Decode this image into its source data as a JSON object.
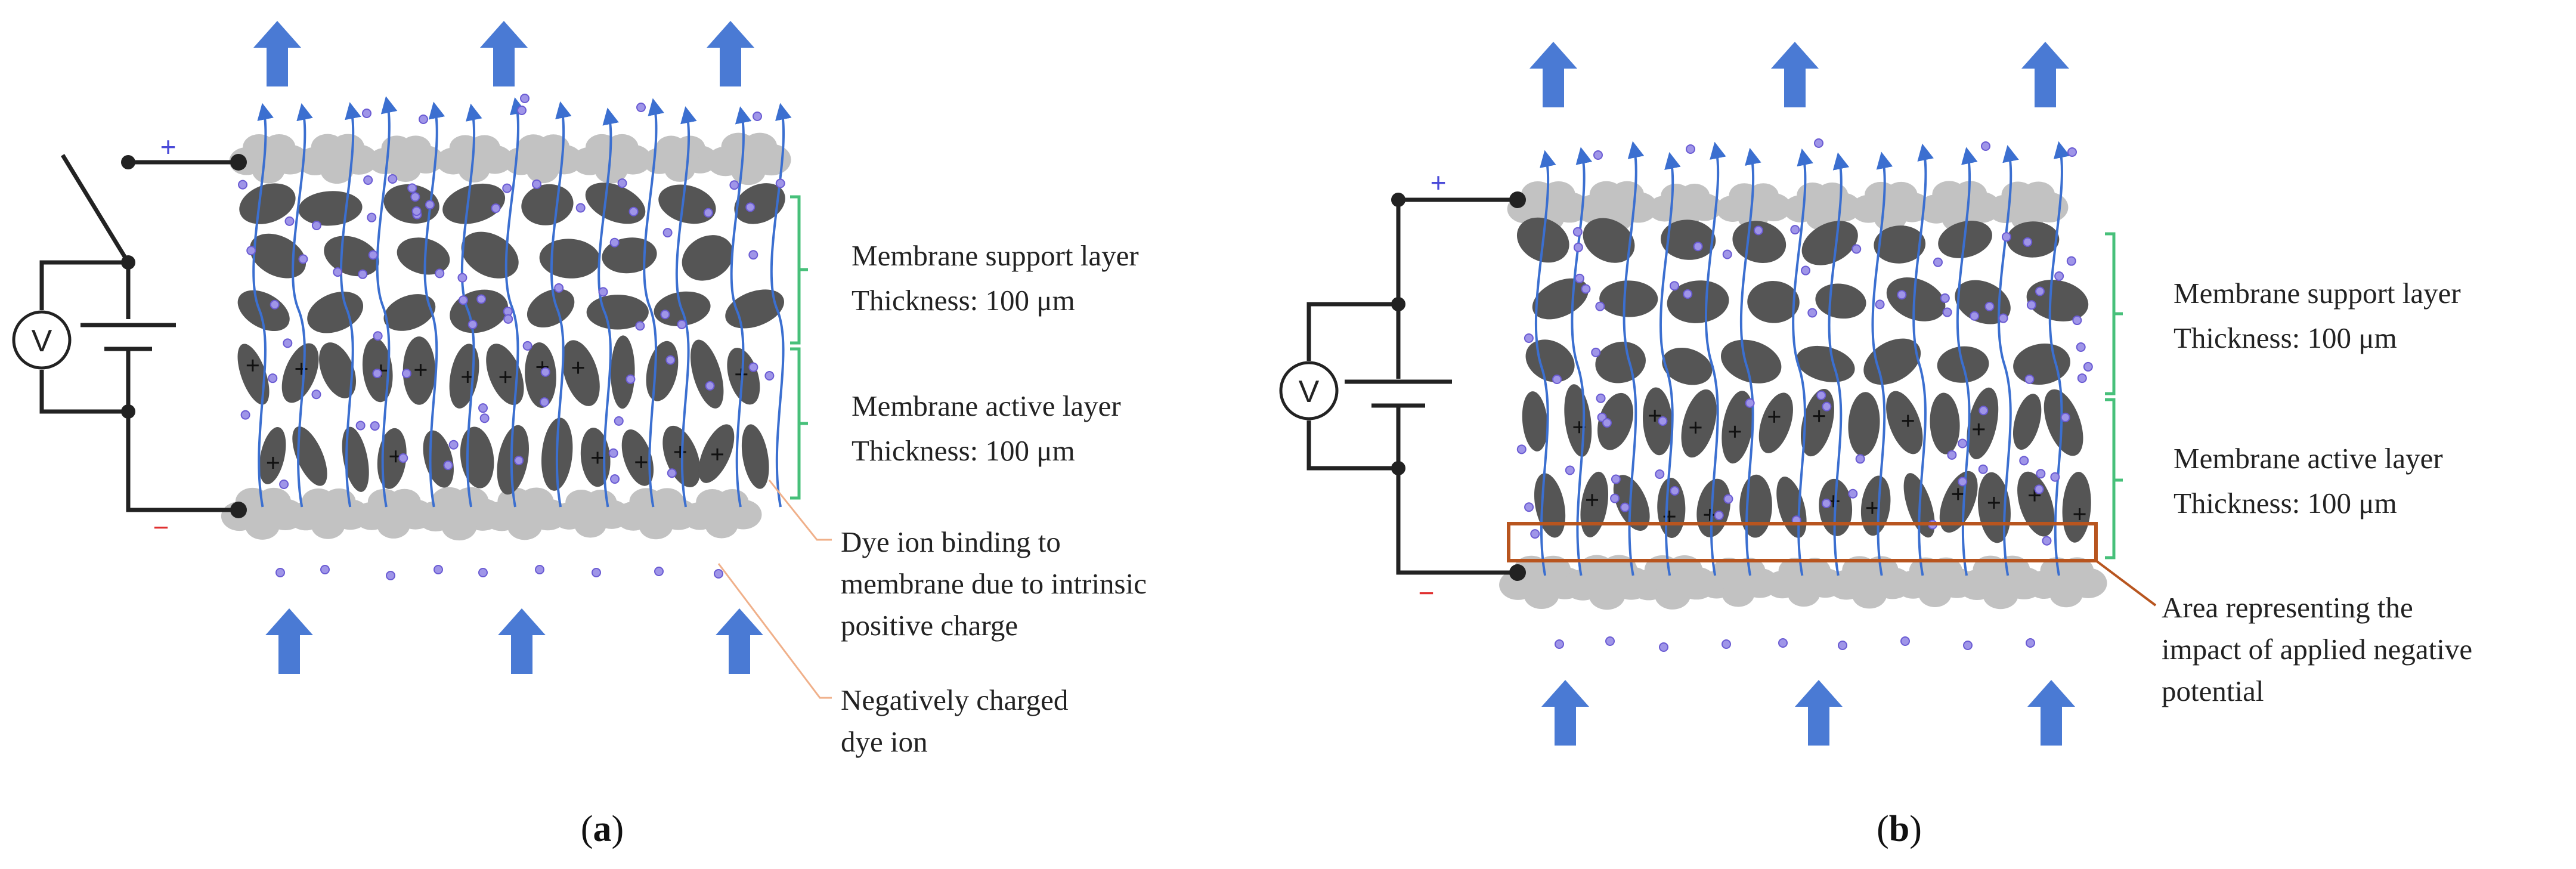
{
  "panels": [
    {
      "id": "a",
      "caption_open": "(",
      "caption_letter": "a",
      "caption_close": ")",
      "plus_sign": "+",
      "minus_sign": "−",
      "voltmeter": "V",
      "labels": {
        "support_name": "Membrane support layer",
        "support_thickness": "Thickness: 100 μm",
        "active_name": "Membrane active layer",
        "active_thickness": "Thickness: 100 μm",
        "binding_1": "Dye ion binding to",
        "binding_2": "membrane due to intrinsic",
        "binding_3": "positive charge",
        "ion_1": "Negatively charged",
        "ion_2": "dye ion"
      }
    },
    {
      "id": "b",
      "caption_open": "(",
      "caption_letter": "b",
      "caption_close": ")",
      "plus_sign": "+",
      "minus_sign": "−",
      "voltmeter": "V",
      "labels": {
        "support_name": "Membrane support layer",
        "support_thickness": "Thickness: 100 μm",
        "active_name": "Membrane active layer",
        "active_thickness": "Thickness: 100 μm",
        "area_1": "Area representing the",
        "area_2": "impact of applied negative",
        "area_3": "potential"
      }
    }
  ],
  "colors": {
    "flow_arrow": "#4a7ad4",
    "bracket": "#47c07a",
    "pore": "#555555",
    "support": "#c2c2c2",
    "dye_ion": "#9f95e8",
    "highlight": "#b8551f"
  },
  "icons": [
    "switch-icon",
    "battery-icon",
    "voltmeter-icon",
    "flow-arrow-icon"
  ]
}
